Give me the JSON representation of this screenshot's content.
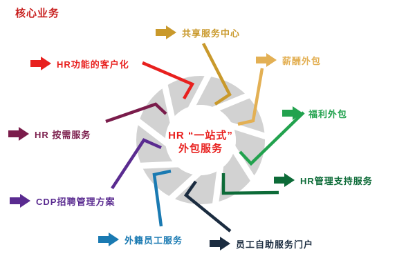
{
  "title": "核心业务",
  "title_color": "#c8201f",
  "ring_color": "#d2d2d2",
  "center": {
    "line1": "HR “一站式”",
    "line2": "外包服务",
    "text_color": "#e8201e"
  },
  "services": [
    {
      "label": "共享服务中心",
      "color": "#c9992b",
      "icon": "right-block-arrow"
    },
    {
      "label": "薪酬外包",
      "color": "#e3b054",
      "icon": "right-block-arrow"
    },
    {
      "label": "福利外包",
      "color": "#22a24e",
      "icon": "right-block-arrow"
    },
    {
      "label": "HR管理支持服务",
      "color": "#0d6b38",
      "icon": "right-block-arrow"
    },
    {
      "label": "员工自助服务门户",
      "color": "#1b2c40",
      "icon": "right-block-arrow"
    },
    {
      "label": "外籍员工服务",
      "color": "#1a7ab2",
      "icon": "right-block-arrow"
    },
    {
      "label": "CDP招聘管理方案",
      "color": "#5a2b90",
      "icon": "right-block-arrow"
    },
    {
      "label": "HR 按需服务",
      "color": "#7a1c4b",
      "icon": "right-block-arrow"
    },
    {
      "label": "HR功能的客户化",
      "color": "#e8201e",
      "icon": "right-block-arrow"
    }
  ]
}
